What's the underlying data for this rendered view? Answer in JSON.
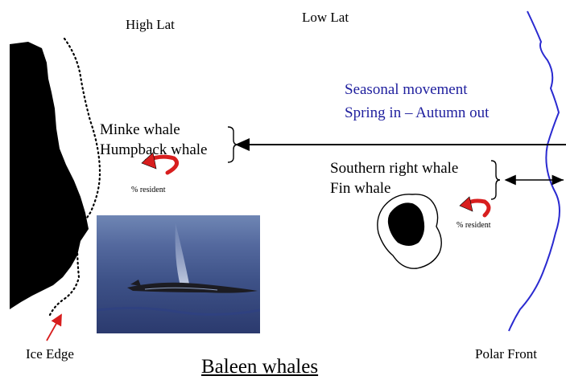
{
  "labels": {
    "high_lat": "High Lat",
    "low_lat": "Low Lat",
    "seasonal_line1": "Seasonal movement",
    "seasonal_line2": "Spring in – Autumn out",
    "minke": "Minke whale",
    "humpback": "Humpback whale",
    "resident_left": "% resident",
    "southern_right": "Southern right whale",
    "fin": "Fin whale",
    "resident_right": "% resident",
    "ice_edge": "Ice Edge",
    "polar_front": "Polar Front",
    "title": "Baleen whales"
  },
  "colors": {
    "seasonal_text": "#1f1f9e",
    "polar_front": "#2a2ad0",
    "resident_arrow": "#d81e1e",
    "continent": "#000000"
  },
  "icons": {
    "resident_arrow": "curved-arrow-icon",
    "double_arrow": "double-headed-arrow-icon"
  }
}
